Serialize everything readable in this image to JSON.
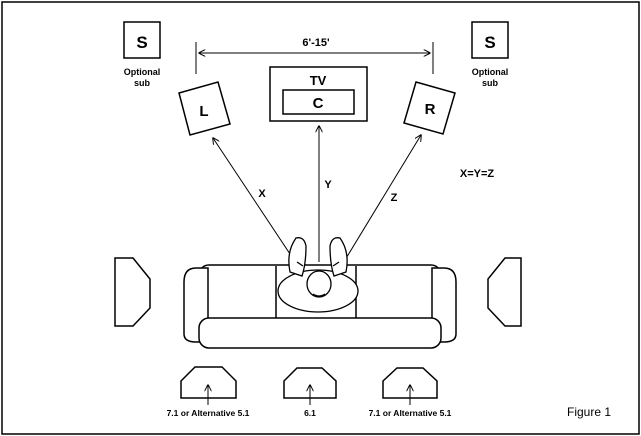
{
  "diagram": {
    "speakers": {
      "sub_left": "S",
      "sub_right": "S",
      "left": "L",
      "center": "C",
      "right": "R"
    },
    "tv_label": "TV",
    "optional_sub_line1": "Optional",
    "optional_sub_line2": "sub",
    "distance_label": "6'-15'",
    "arrow_labels": {
      "x": "X",
      "y": "Y",
      "z": "Z"
    },
    "equation": "X=Y=Z",
    "rear_labels": {
      "left": "7.1 or Alternative 5.1",
      "center": "6.1",
      "right": "7.1 or Alternative 5.1"
    },
    "figure_caption": "Figure 1"
  }
}
